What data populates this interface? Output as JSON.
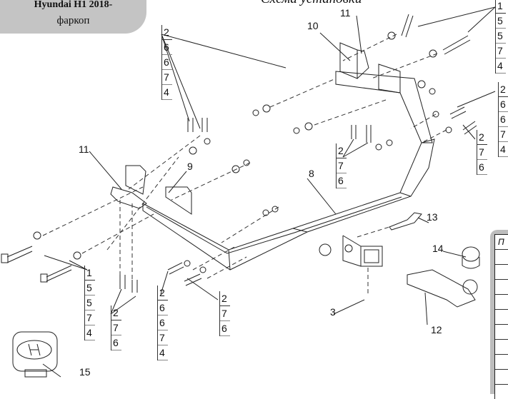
{
  "header": {
    "model": "Hyundai H1 2018-",
    "product": "фаркоп",
    "scheme_title": "Схема установки"
  },
  "callouts": {
    "part_8": "8",
    "part_9": "9",
    "part_10": "10",
    "part_11_top": "11",
    "part_11_left": "11",
    "part_3": "3",
    "part_12": "12",
    "part_13": "13",
    "part_14": "14",
    "part_15": "15"
  },
  "stacks": {
    "top_right_1": [
      "1",
      "5",
      "5",
      "7",
      "4"
    ],
    "top_left_2": [
      "2",
      "6",
      "6",
      "7",
      "4"
    ],
    "right_2_6674": [
      "2",
      "6",
      "6",
      "7",
      "4"
    ],
    "right_2_76": [
      "2",
      "7",
      "6"
    ],
    "center_2_76": [
      "2",
      "7",
      "6"
    ],
    "bottom_left_1": [
      "1",
      "5",
      "5",
      "7",
      "4"
    ],
    "bottom_left_2_76": [
      "2",
      "7",
      "6"
    ],
    "bottom_mid_2_6674": [
      "2",
      "6",
      "6",
      "7",
      "4"
    ],
    "bottom_mid_2_76": [
      "2",
      "7",
      "6"
    ]
  },
  "parts_table": {
    "header_fragment": "П",
    "rows": 10
  },
  "colors": {
    "title_bg": "#c4c4c4",
    "line": "#222222",
    "table_frame": "#bdbdbd"
  }
}
